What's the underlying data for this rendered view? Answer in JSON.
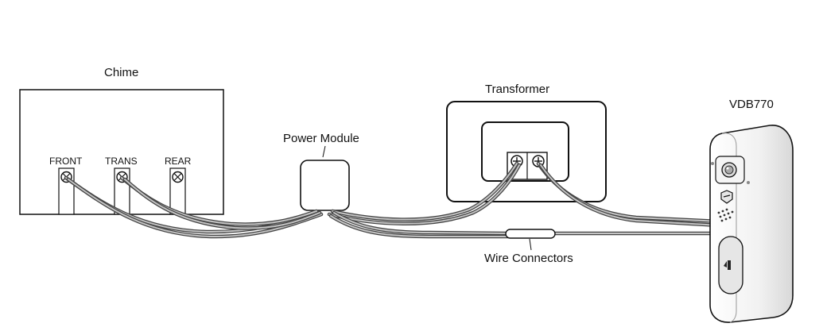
{
  "labels": {
    "chime": "Chime",
    "power_module": "Power Module",
    "transformer": "Transformer",
    "device": "VDB770",
    "wire_connectors": "Wire Connectors"
  },
  "chime_terminals": [
    "FRONT",
    "TRANS",
    "REAR"
  ],
  "colors": {
    "outline": "#111111",
    "wire_dark": "#444444",
    "wire_light": "#b8b8b8",
    "device_fill": "#f3f3f3"
  }
}
